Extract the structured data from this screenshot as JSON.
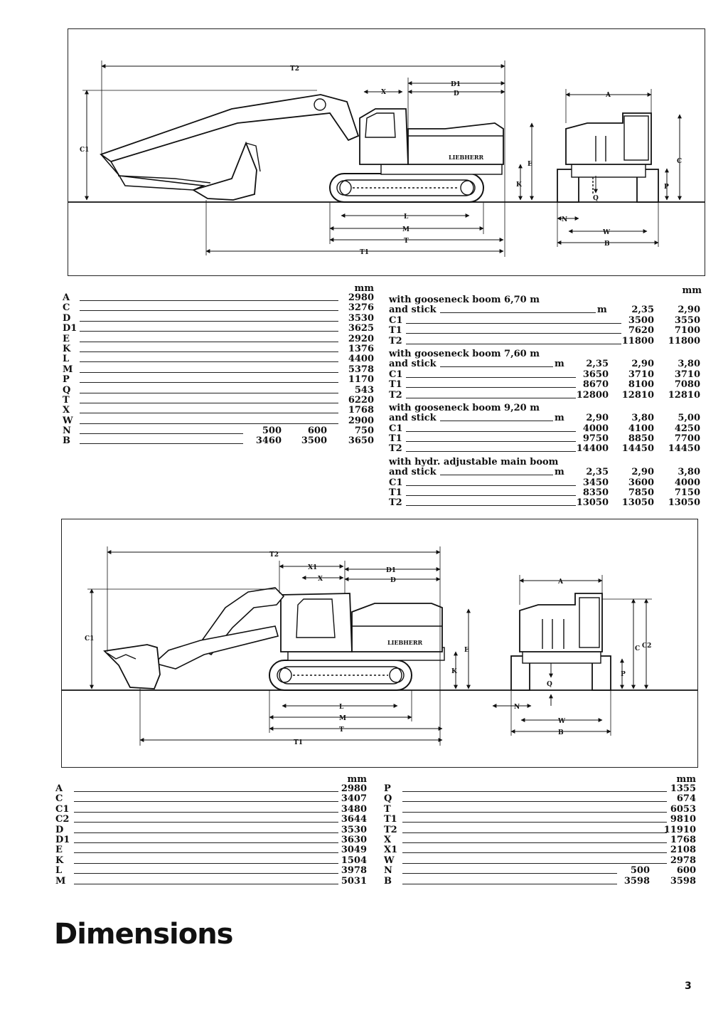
{
  "drawing1": {
    "labels": {
      "T2": "T2",
      "D1": "D1",
      "X": "X",
      "D": "D",
      "C1": "C1",
      "E": "E",
      "K": "K",
      "L": "L",
      "M": "M",
      "T": "T",
      "T1": "T1",
      "A": "A",
      "C": "C",
      "P": "P",
      "Q": "Q",
      "N": "N",
      "W": "W",
      "B": "B"
    },
    "brand": "LIEBHERR"
  },
  "table1": {
    "unit": "mm",
    "rows": [
      {
        "label": "A",
        "value": "2980"
      },
      {
        "label": "C",
        "value": "3276"
      },
      {
        "label": "D",
        "value": "3530"
      },
      {
        "label": "D1",
        "value": "3625"
      },
      {
        "label": "E",
        "value": "2920"
      },
      {
        "label": "K",
        "value": "1376"
      },
      {
        "label": "L",
        "value": "4400"
      },
      {
        "label": "M",
        "value": "5378"
      },
      {
        "label": "P",
        "value": "1170"
      },
      {
        "label": "Q",
        "value": "543"
      },
      {
        "label": "T",
        "value": "6220"
      },
      {
        "label": "X",
        "value": "1768"
      },
      {
        "label": "W",
        "value": "2900"
      }
    ],
    "multi_rows": [
      {
        "label": "N",
        "values": [
          "500",
          "600",
          "750"
        ]
      },
      {
        "label": "B",
        "values": [
          "3460",
          "3500",
          "3650"
        ]
      }
    ]
  },
  "boom_table": {
    "unit": "mm",
    "groups": [
      {
        "heading": "with gooseneck boom 6,70 m",
        "stick_label": "and stick",
        "stick_unit": "m",
        "sticks": [
          "2,35",
          "2,90"
        ],
        "rows": [
          {
            "label": "C1",
            "values": [
              "3500",
              "3550"
            ]
          },
          {
            "label": "T1",
            "values": [
              "7620",
              "7100"
            ]
          },
          {
            "label": "T2",
            "values": [
              "11800",
              "11800"
            ]
          }
        ]
      },
      {
        "heading": "with gooseneck boom 7,60 m",
        "stick_label": "and stick",
        "stick_unit": "m",
        "sticks": [
          "2,35",
          "2,90",
          "3,80"
        ],
        "rows": [
          {
            "label": "C1",
            "values": [
              "3650",
              "3710",
              "3710"
            ]
          },
          {
            "label": "T1",
            "values": [
              "8670",
              "8100",
              "7080"
            ]
          },
          {
            "label": "T2",
            "values": [
              "12800",
              "12810",
              "12810"
            ]
          }
        ]
      },
      {
        "heading": "with gooseneck boom 9,20 m",
        "stick_label": "and stick",
        "stick_unit": "m",
        "sticks": [
          "2,90",
          "3,80",
          "5,00"
        ],
        "rows": [
          {
            "label": "C1",
            "values": [
              "4000",
              "4100",
              "4250"
            ]
          },
          {
            "label": "T1",
            "values": [
              "9750",
              "8850",
              "7700"
            ]
          },
          {
            "label": "T2",
            "values": [
              "14400",
              "14450",
              "14450"
            ]
          }
        ]
      },
      {
        "heading": "with hydr. adjustable main boom",
        "stick_label": "and stick",
        "stick_unit": "m",
        "sticks": [
          "2,35",
          "2,90",
          "3,80"
        ],
        "rows": [
          {
            "label": "C1",
            "values": [
              "3450",
              "3600",
              "4000"
            ]
          },
          {
            "label": "T1",
            "values": [
              "8350",
              "7850",
              "7150"
            ]
          },
          {
            "label": "T2",
            "values": [
              "13050",
              "13050",
              "13050"
            ]
          }
        ]
      }
    ]
  },
  "drawing2": {
    "labels": {
      "T2": "T2",
      "X1": "X1",
      "X": "X",
      "D1": "D1",
      "D": "D",
      "C1": "C1",
      "E": "E",
      "K": "K",
      "L": "L",
      "M": "M",
      "T": "T",
      "T1": "T1",
      "A": "A",
      "C": "C",
      "C2": "C2",
      "P": "P",
      "Q": "Q",
      "N": "N",
      "W": "W",
      "B": "B"
    },
    "brand": "LIEBHERR"
  },
  "table3": {
    "unit": "mm",
    "rows": [
      {
        "label": "A",
        "value": "2980"
      },
      {
        "label": "C",
        "value": "3407"
      },
      {
        "label": "C1",
        "value": "3480"
      },
      {
        "label": "C2",
        "value": "3644"
      },
      {
        "label": "D",
        "value": "3530"
      },
      {
        "label": "D1",
        "value": "3630"
      },
      {
        "label": "E",
        "value": "3049"
      },
      {
        "label": "K",
        "value": "1504"
      },
      {
        "label": "L",
        "value": "3978"
      },
      {
        "label": "M",
        "value": "5031"
      }
    ]
  },
  "table4": {
    "unit": "mm",
    "rows": [
      {
        "label": "P",
        "value": "1355"
      },
      {
        "label": "Q",
        "value": "674"
      },
      {
        "label": "T",
        "value": "6053"
      },
      {
        "label": "T1",
        "value": "9810"
      },
      {
        "label": "T2",
        "value": "11910"
      },
      {
        "label": "X",
        "value": "1768"
      },
      {
        "label": "X1",
        "value": "2108"
      },
      {
        "label": "W",
        "value": "2978"
      }
    ],
    "multi_rows": [
      {
        "label": "N",
        "values": [
          "500",
          "600"
        ]
      },
      {
        "label": "B",
        "values": [
          "3598",
          "3598"
        ]
      }
    ]
  },
  "page": {
    "title": "Dimensions",
    "number": "3"
  }
}
